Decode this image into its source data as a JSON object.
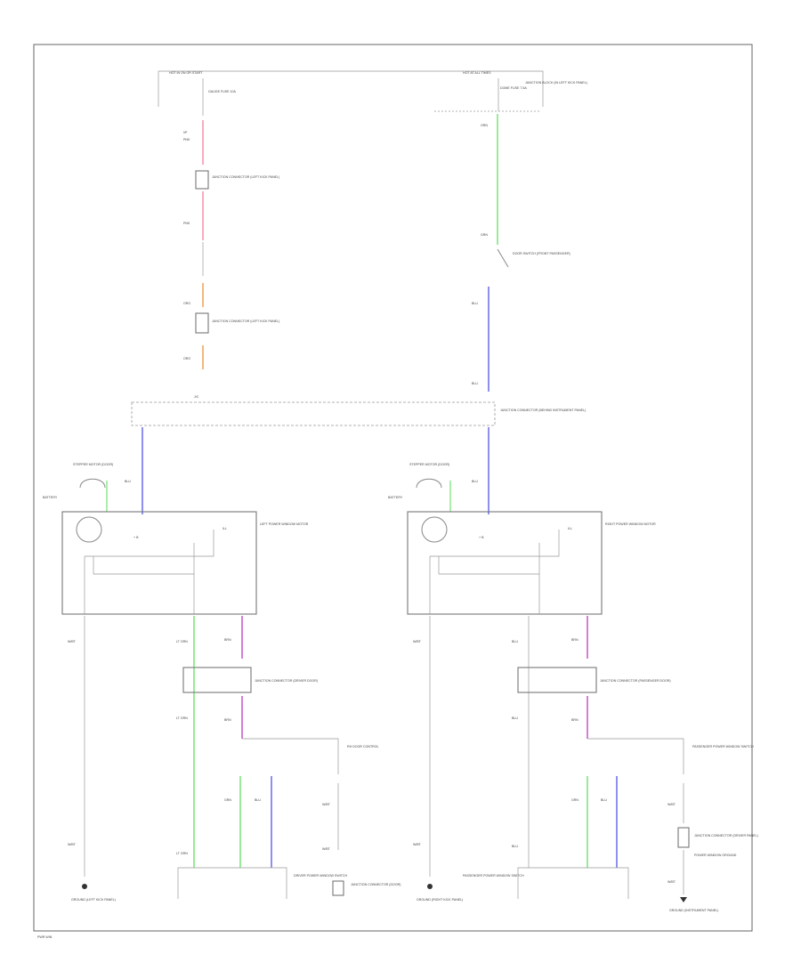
{
  "labels": {
    "top_left_bus": "HOT IN ON OR START",
    "top_right_bus": "HOT AT ALL TIMES",
    "fuse_left": "GAUGE FUSE 10A",
    "fuse_right": "DOME FUSE 7.5A",
    "fuse_right_note": "JUNCTION BLOCK (IN LEFT KICK PANEL)",
    "jconn_1": "JUNCTION CONNECTOR (LEFT KICK PANEL)",
    "jconn_2": "JUNCTION CONNECTOR (LEFT KICK PANEL)",
    "door_switch": "DOOR SWITCH (FRONT PASSENGER)",
    "rh_control": "RH DOOR CONTROL",
    "splice_box": "JUNCTION CONNECTOR (BEHIND INSTRUMENT PANEL)",
    "stepper_left": "STEPPER MOTOR (DOOR)",
    "stepper_right": "STEPPER MOTOR (DOOR)",
    "ctrl_left": "LEFT POWER WINDOW MOTOR",
    "ctrl_right": "RIGHT POWER WINDOW MOTOR",
    "battery_l": "BATTERY",
    "battery_r": "BATTERY",
    "jconn_3": "JUNCTION CONNECTOR (DRIVER DOOR)",
    "jconn_4": "JUNCTION CONNECTOR (PASSENGER DOOR)",
    "sw_left": "DRIVER POWER WINDOW SWITCH",
    "sw_right": "PASSENGER POWER WINDOW SWITCH",
    "right_sw_top": "PASSENGER POWER WINDOW SWITCH",
    "jconn_5": "JUNCTION CONNECTOR (DOOR)",
    "jconn_6": "JUNCTION CONNECTOR (DRIVER PANEL)",
    "ground_note": "POWER WINDOW GROUND",
    "ground_1": "GROUND (LEFT KICK PANEL)",
    "ground_2": "GROUND (RIGHT KICK PANEL)",
    "ground_3": "GROUND (INSTRUMENT PANEL)",
    "footer": "PWR WIN"
  },
  "wire_colors": {
    "pink": "#f5a3b8",
    "orange": "#f0b070",
    "green": "#8ee88e",
    "blue": "#8f8ff0",
    "purple": "#d070d0",
    "gray": "#999999"
  }
}
